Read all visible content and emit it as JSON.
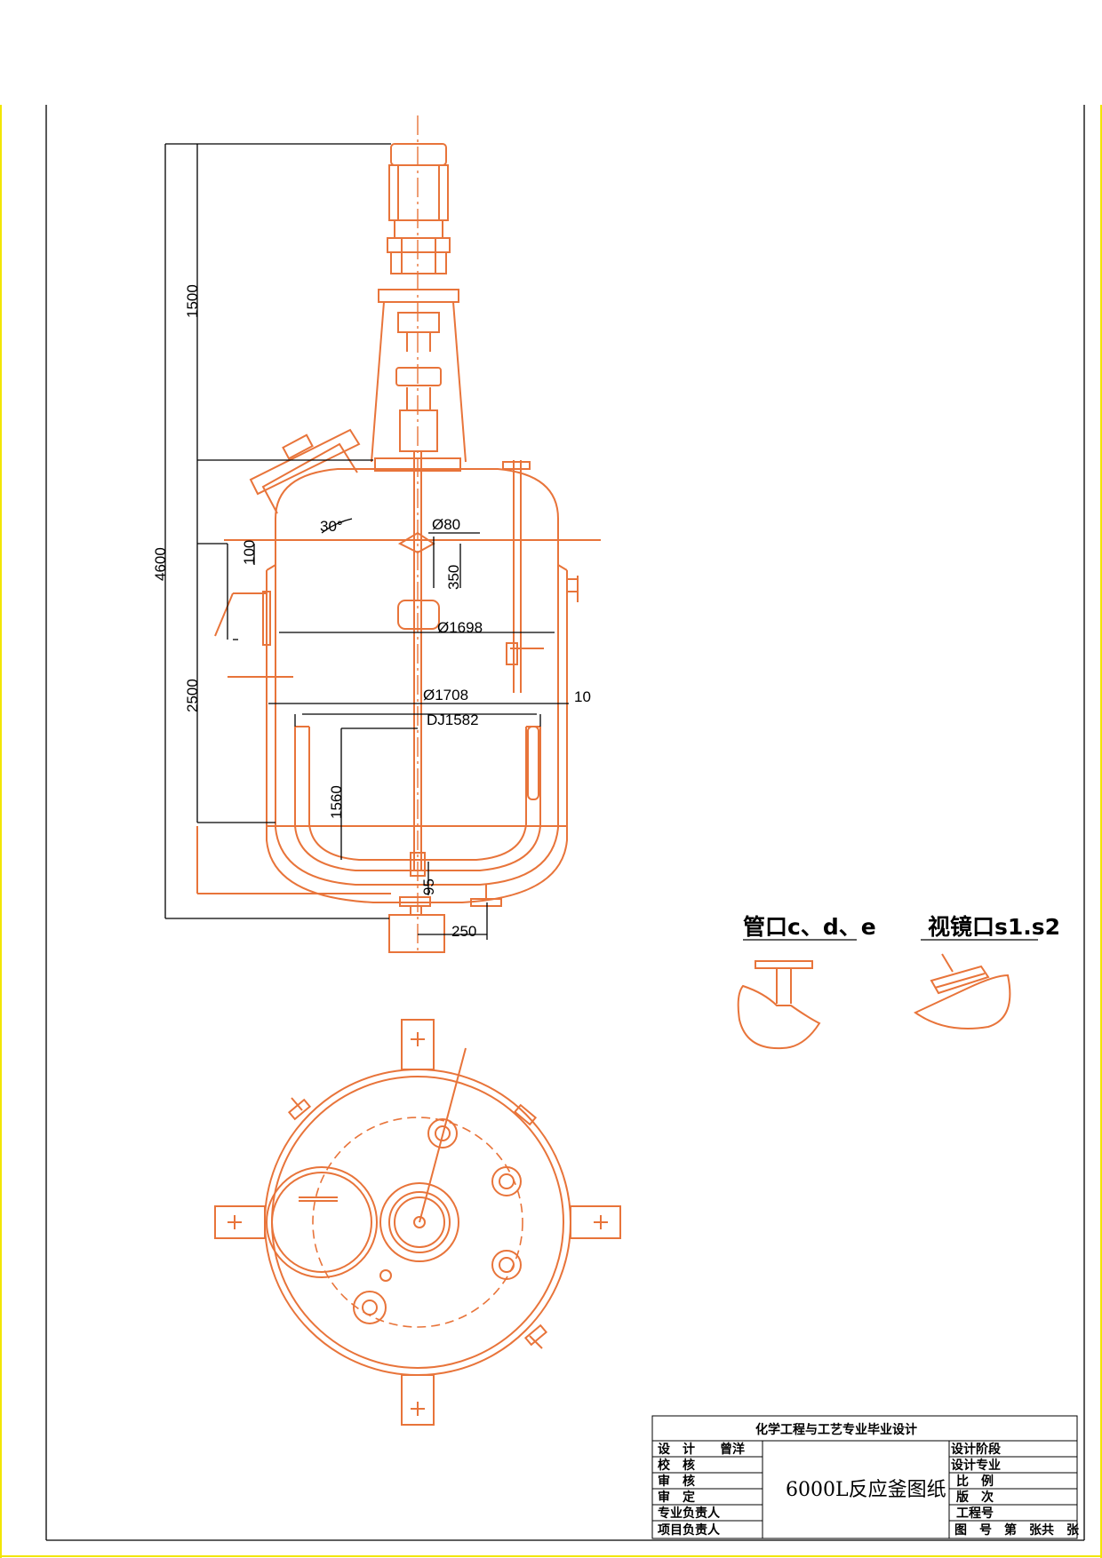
{
  "drawing": {
    "dimensions": {
      "d1500": "1500",
      "d4600": "4600",
      "d2500": "2500",
      "d100": "100",
      "d30": "30°",
      "d80": "Ø80",
      "d350": "350",
      "d1698": "Ø1698",
      "d1708": "Ø1708",
      "d10": "10",
      "dj1582": "DJ1582",
      "d1560": "1560",
      "d95": "95",
      "d250": "250"
    },
    "detail_labels": {
      "nozzle": "管口c、d、e",
      "sightglass": "视镜口s1.s2"
    }
  },
  "title_block": {
    "header": "化学工程与工艺专业毕业设计",
    "title": "6000L反应釜图纸",
    "left_rows": [
      "设　计",
      "校　核",
      "审　核",
      "审　定",
      "专业负责人",
      "项目负责人"
    ],
    "designer": "曾洋",
    "right_rows": [
      "设计阶段",
      "设计专业",
      "比　例",
      "版　次",
      "工程号",
      "图　号　第　张共　张"
    ]
  },
  "colors": {
    "drawing_line": "#e8743a",
    "frame": "#000000",
    "margin_line": "#f2e600"
  }
}
